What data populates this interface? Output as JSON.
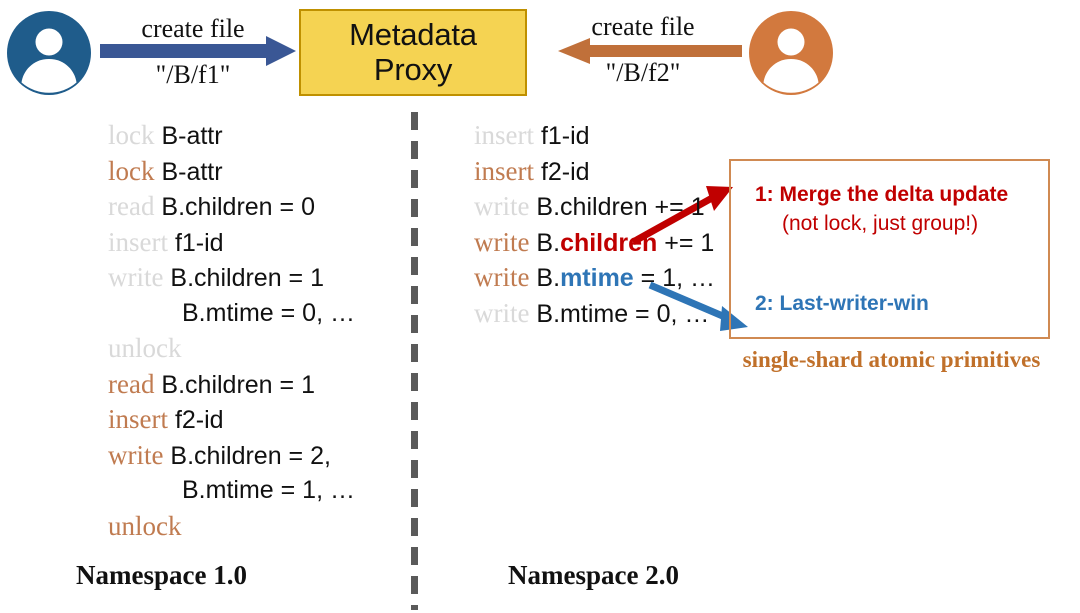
{
  "header": {
    "proxy": {
      "line1": "Metadata",
      "line2": "Proxy",
      "fill": "#F5D352",
      "border": "#BF9000"
    },
    "left_actor": {
      "icon": "user-avatar-icon",
      "color": "#1F5C8B"
    },
    "right_actor": {
      "icon": "user-avatar-icon",
      "color": "#D2793E"
    },
    "left_arrow": {
      "label_line1": "create file",
      "label_line2": "\"/B/f1\"",
      "color": "#3A5795",
      "direction": "right"
    },
    "right_arrow": {
      "label_line1": "create file",
      "label_line2": "\"/B/f2\"",
      "color": "#C0703A",
      "direction": "left"
    }
  },
  "left_column": {
    "caption": "Namespace 1.0",
    "lines": [
      {
        "faded": true,
        "kw": "lock",
        "rest": " B-attr"
      },
      {
        "faded": false,
        "kw": "lock",
        "rest": " B-attr"
      },
      {
        "faded": true,
        "kw": "read",
        "rest": " B.children = 0"
      },
      {
        "faded": true,
        "kw": "insert",
        "rest": " f1-id"
      },
      {
        "faded": true,
        "kw": "write",
        "rest": " B.children = 1"
      },
      {
        "faded": true,
        "kw": "",
        "rest": "B.mtime = 0, …",
        "indent": true
      },
      {
        "faded": true,
        "kw": "unlock",
        "rest": ""
      },
      {
        "faded": false,
        "kw": "read",
        "rest": " B.children = 1"
      },
      {
        "faded": false,
        "kw": "insert",
        "rest": " f2-id"
      },
      {
        "faded": false,
        "kw": "write",
        "rest": " B.children = 2,"
      },
      {
        "faded": false,
        "kw": "",
        "rest": "B.mtime = 1, …",
        "indent": true
      },
      {
        "faded": false,
        "kw": "unlock",
        "rest": ""
      }
    ]
  },
  "right_column": {
    "caption": "Namespace 2.0",
    "lines": [
      {
        "faded": true,
        "kw": "insert",
        "rest": " f1-id"
      },
      {
        "faded": false,
        "kw": "insert",
        "rest": " f2-id"
      },
      {
        "faded": true,
        "kw": "write",
        "rest": " B.children += 1"
      },
      {
        "faded": false,
        "kw": "write",
        "rest": " B.",
        "hl": "children",
        "hl_color": "red",
        "tail": " += 1"
      },
      {
        "faded": false,
        "kw": "write",
        "rest": " B.",
        "hl": "mtime",
        "hl_color": "blue",
        "tail": " = 1, …"
      },
      {
        "faded": true,
        "kw": "write",
        "rest": " B.mtime = 0, …"
      }
    ]
  },
  "note_box": {
    "border_color": "#D08A52",
    "item1": {
      "text": "1: Merge the delta update",
      "subtext": "(not lock, just group!)",
      "color": "#C00000"
    },
    "item2": {
      "text": "2: Last-writer-win",
      "color": "#2E75B6"
    },
    "caption": "single-shard atomic primitives",
    "caption_color": "#C0702A"
  },
  "annotations": {
    "red_arrow": {
      "name": "merge-delta-callout-arrow",
      "color": "#C00000"
    },
    "blue_arrow": {
      "name": "last-writer-win-callout-arrow",
      "color": "#2E75B6"
    }
  },
  "divider": {
    "style": "dashed-vertical",
    "color": "#5a5a5a"
  }
}
